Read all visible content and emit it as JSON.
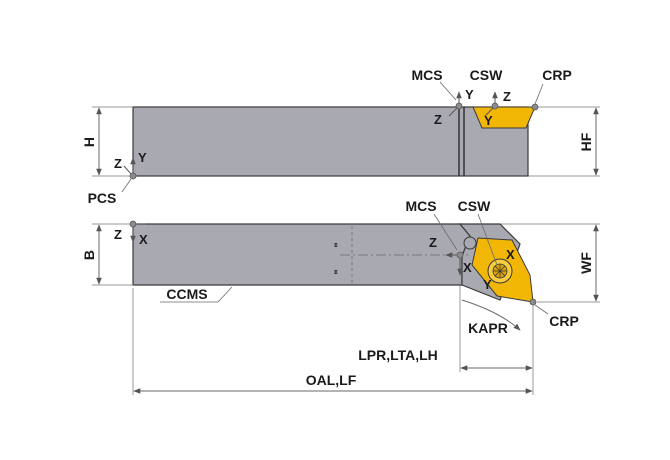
{
  "colors": {
    "body": "#a9a9b1",
    "outline": "#3a3a3a",
    "insert": "#f2b705",
    "dim_line": "#6a6a6a",
    "extension_line": "#9a9a9a",
    "point_marker": "#8c8c8c"
  },
  "side_view": {
    "dims": {
      "height": "H",
      "functional_height": "HF"
    },
    "points": {
      "mcs": "MCS",
      "csw": "CSW",
      "crp": "CRP",
      "pcs": "PCS"
    },
    "axes": {
      "mcs_y": "Y",
      "mcs_z": "Z",
      "csw_z": "Z",
      "csw_y": "Y",
      "pcs_z": "Z",
      "pcs_y": "Y"
    }
  },
  "top_view": {
    "dims": {
      "width": "B",
      "functional_width": "WF",
      "lpr": "LPR,LTA,LH",
      "oal": "OAL,LF",
      "kapr": "KAPR",
      "ccms": "CCMS"
    },
    "points": {
      "mcs": "MCS",
      "csw": "CSW",
      "crp": "CRP"
    },
    "axes": {
      "pcs_z": "Z",
      "pcs_x": "X",
      "mcs_z": "Z",
      "mcs_x": "X",
      "csw_x": "X",
      "csw_y": "Y"
    },
    "tick_marks": [
      "\"",
      "\""
    ]
  }
}
